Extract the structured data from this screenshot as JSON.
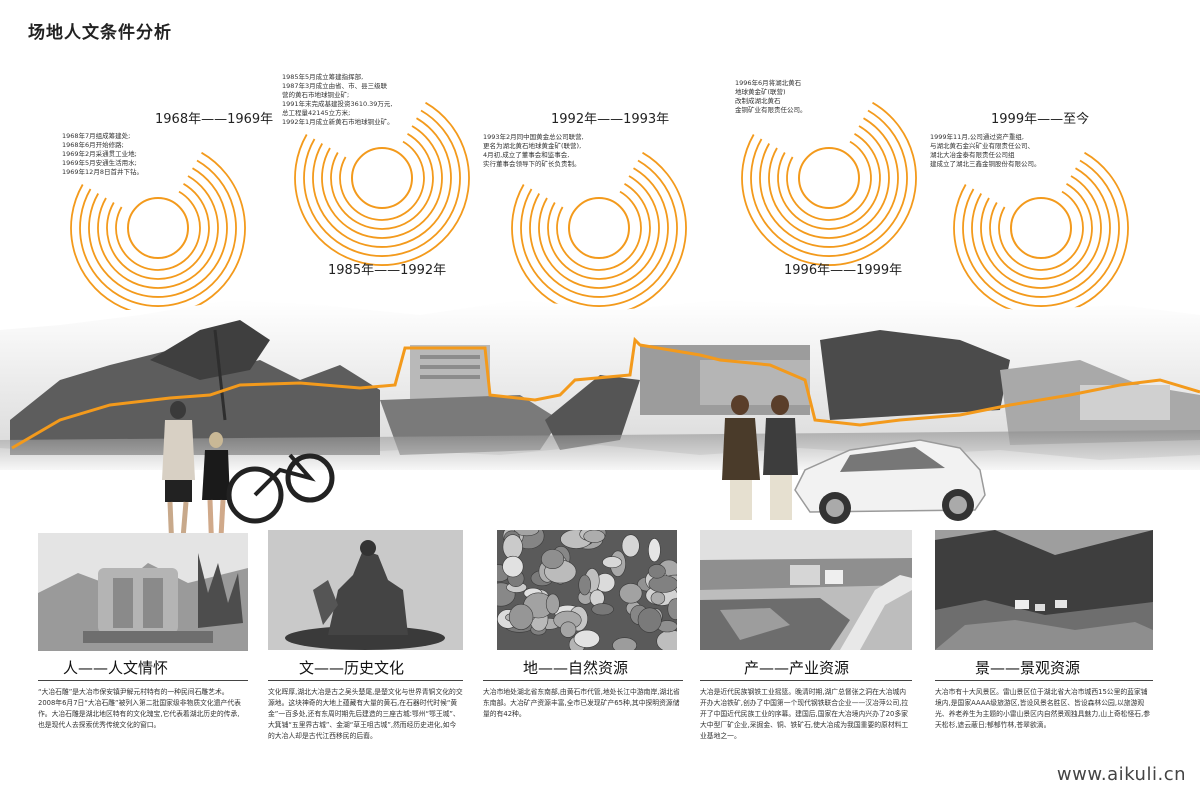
{
  "page_title": "场地人文条件分析",
  "accent_color": "#f39a1c",
  "timeline": [
    {
      "period": "1968年——1969年",
      "text": "1968年7月组成筹建处;\n1968年6月开始修路;\n1969年2月采通贯工业地;\n1969年5月安通生活用水;\n1969年12月8日首井下钻。"
    },
    {
      "period": "1985年——1992年",
      "text": "1985年5月成立筹建指挥部,\n1987年3月成立由省、市、县三级联\n营的黄石市地球铜业矿;\n1991年末完成基建投资3610.39万元,\n总工程量42145立方米;\n1992年1月成立新黄石市地球铜业矿。"
    },
    {
      "period": "1992年——1993年",
      "text": "1993年2月同中国黄金总公司联营,\n更名为湖北黄石地球黄金矿(联营),\n4月初,成立了董事会和监事会,\n实行董事会领导下的矿长负责制。"
    },
    {
      "period": "1996年——1999年",
      "text": "1996年6月将湖北黄石\n地球黄金矿(联营)\n改制成湖北黄石\n金铜矿业有限责任公司。"
    },
    {
      "period": "1999年——至今",
      "text": "1999年11月,公司通过资产重组,\n与湖北黄石金兴矿业有限责任公司、\n湖北大冶金泰有限责任公司组\n建成立了湖北三鑫金铜股份有限公司。"
    }
  ],
  "categories": [
    {
      "title": "人——人文情怀",
      "body": "“大冶石雕”是大冶市保安镇尹解元村特有的一种民间石雕艺术。2008年6月7日“大冶石雕”被列入第二批国家级非物质文化遗产代表作。大冶石雕是湖北地区特有的文化瑰宝,它代表着湖北历史的传承,也是现代人去探索优秀传统文化的窗口。"
    },
    {
      "title": "文——历史文化",
      "body": "文化晖厚,湖北大冶是古之吴头楚尾,是楚文化与世界青铜文化的交源地。这块神奇的大地上蕴藏有大量的黄石,在石器时代时候“黄金”一百多处,还有东周时期先后建造的三座古城:鄂州“鄂王城”、大箕铺“五里界古城”、金湖“草王咀古城”,然而经历史进化,如今的大冶人却是古代江西移民的后裔。"
    },
    {
      "title": "地——自然资源",
      "body": "大冶市地处湖北省东南部,由黄石市代管,地处长江中游南岸,湖北省东南部。大冶矿产资源丰富,全市已发现矿产65种,其中探明资源储量的有42种。"
    },
    {
      "title": "产——产业资源",
      "body": "大冶是近代民族钢铁工业摇篮。晚清时期,湖广总督张之洞在大冶城内开办大冶铁矿,创办了中国第一个现代钢铁联合企业——汉冶萍公司,拉开了中国近代民族工业的序幕。建国后,国家在大冶境内兴办了20多家大中型厂矿企业,采掘金、铜、铁矿石,使大冶成为我国重要的原材料工业基地之一。"
    },
    {
      "title": "景——景观资源",
      "body": "大冶市有十大风景区。雷山景区位于湖北省大冶市城西15公里的蓝家铺境内,是国家AAAA级旅游区,皆设风景名胜区、皆设森林公园,以旅游观光、养老养生为主题的小雷山景区内自然景观独具魅力,山上奇松怪石,参天松杉,遮云蔽日;郁郁竹林,苍翠欲滴。"
    }
  ],
  "watermark": "www.aikuli.cn"
}
